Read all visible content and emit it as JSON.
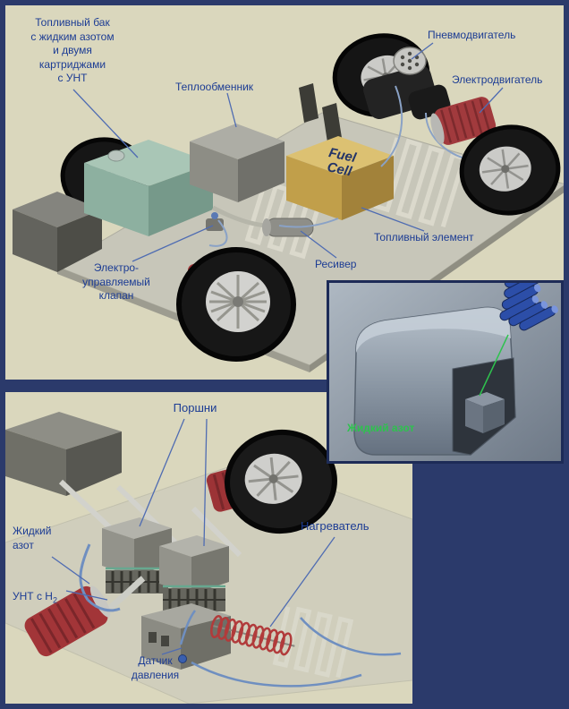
{
  "colors": {
    "background": "#2b3a6b",
    "panel_beige": "#dad7bd",
    "label_blue": "#1c3c94",
    "pointer_line_blue": "#4f6cb2",
    "green_label": "#2ec24e",
    "fuel_cell_gold": "#c19f4a",
    "inset_border": "#1d2b57"
  },
  "top_panel": {
    "labels": {
      "fuel_tank": "Топливный бак\nс жидким азотом\nи двумя\nкартриджами\nс УНТ",
      "heat_exchanger": "Теплообменник",
      "pneumatic_motor": "Пневмодвигатель",
      "electric_motor": "Электродвигатель",
      "fuel_cell_element": "Топливный элемент",
      "receiver": "Ресивер",
      "valve": "Электро-\nуправляемый\nклапан",
      "fuel_cell_box": "Fuel\nCell"
    }
  },
  "inset_panel": {
    "labels": {
      "liquid_nitrogen": "Жидкий азот"
    }
  },
  "bottom_panel": {
    "labels": {
      "pistons": "Поршни",
      "liquid_nitrogen": "Жидкий\nазот",
      "cnt_h2_main": "УНТ с H",
      "cnt_h2_sub": "2",
      "heater": "Нагреватель",
      "pressure_sensor": "Датчик\nдавления"
    }
  }
}
